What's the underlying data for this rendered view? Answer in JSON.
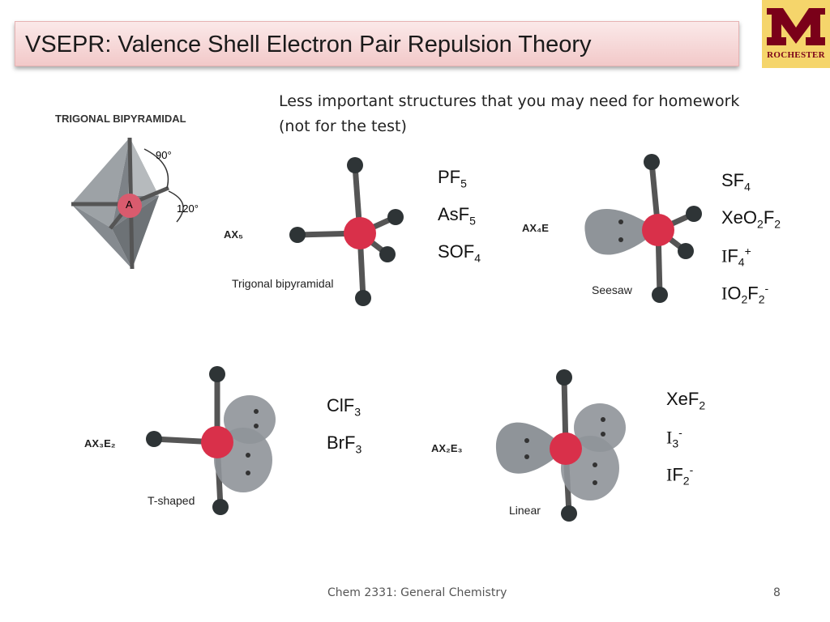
{
  "title": "VSEPR: Valence Shell Electron Pair Repulsion Theory",
  "logo_text": "ROCHESTER",
  "note_line1": "Less important structures that you may need for homework",
  "note_line2": "(not for the test)",
  "trigonal_figure": {
    "heading": "TRIGONAL BIPYRAMIDAL",
    "angle_top": "90°",
    "angle_side": "120°",
    "center_atom": "A"
  },
  "panels": [
    {
      "ax_label": "AX₅",
      "caption": "Trigonal bipyramidal",
      "formulas": [
        "PF5",
        "AsF5",
        "SOF4"
      ]
    },
    {
      "ax_label": "AX₄E",
      "caption": "Seesaw",
      "formulas": [
        "SF4",
        "XeO2F2",
        "IF4+",
        "IO2F2-"
      ]
    },
    {
      "ax_label": "AX₃E₂",
      "caption": "T-shaped",
      "formulas": [
        "ClF3",
        "BrF3"
      ]
    },
    {
      "ax_label": "AX₂E₃",
      "caption": "Linear",
      "formulas": [
        "XeF2",
        "I3-",
        "IF2-"
      ]
    }
  ],
  "footer_course": "Chem 2331: General Chemistry",
  "page_number": "8",
  "colors": {
    "title_bg": "#f2c9c9",
    "atom_center": "#d9304a",
    "atom_outer": "#2e3436",
    "lone_pair": "#8f9499",
    "logo_maroon": "#7a0019",
    "logo_gold": "#f5d56b"
  }
}
